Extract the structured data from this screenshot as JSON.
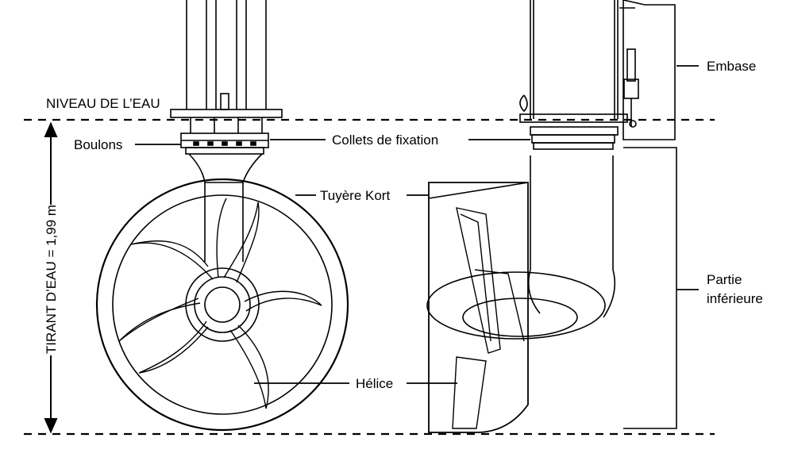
{
  "labels": {
    "water_level": "NIVEAU DE L’EAU",
    "bolts": "Boulons",
    "clamps": "Collets de fixation",
    "kort_nozzle": "Tuyère Kort",
    "propeller": "Hélice",
    "base": "Embase",
    "lower_part_line1": "Partie",
    "lower_part_line2": "inférieure",
    "draft": "TIRANT D’EAU = 1,99 m"
  }
}
